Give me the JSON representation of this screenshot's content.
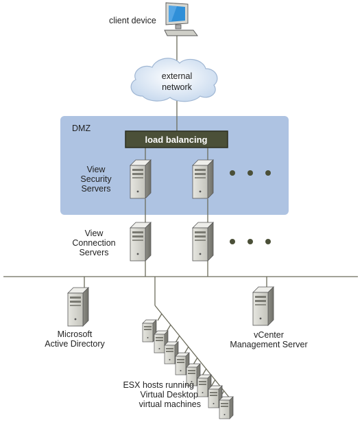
{
  "diagram": {
    "client": {
      "label": "client device"
    },
    "cloud": {
      "line1": "external",
      "line2": "network"
    },
    "dmz": {
      "label": "DMZ"
    },
    "load_balancer": {
      "label": "load balancing"
    },
    "security_servers": {
      "line1": "View",
      "line2": "Security",
      "line3": "Servers"
    },
    "connection_servers": {
      "line1": "View",
      "line2": "Connection",
      "line3": "Servers"
    },
    "active_directory": {
      "line1": "Microsoft",
      "line2": "Active Directory"
    },
    "vcenter": {
      "line1": "vCenter",
      "line2": "Management Server"
    },
    "esx_hosts": {
      "line1": "ESX hosts running",
      "line2": "Virtual Desktop",
      "line3": "virtual machines"
    }
  },
  "colors": {
    "dmz_fill": "#aec3e2",
    "load_balancer_fill": "#4b5038",
    "server_body": "#b9b9b2",
    "server_face": "#dcdcd6",
    "line": "#6b6b5b",
    "dots": "#4b5038",
    "cloud_fill": "#d8e6f4",
    "monitor_screen": "#2f8fd8"
  }
}
